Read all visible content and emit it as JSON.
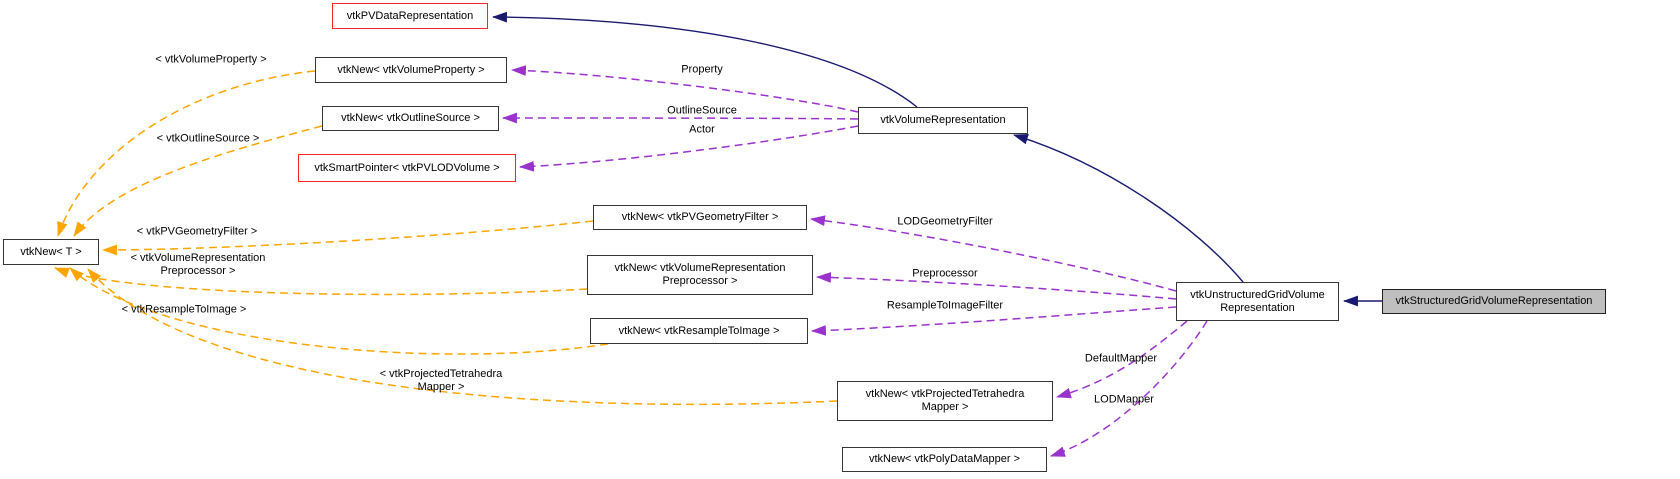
{
  "diagram": {
    "kind": "collaboration-graph",
    "focus_class": "vtkStructuredGridVolumeRepresentation"
  },
  "colors": {
    "inheritance_edge": "#191970",
    "usage_edge": "#9a32cd",
    "template_edge": "#ffa500",
    "node_fill": "#ffffff",
    "node_border": "#353535",
    "truncated_node_border": "#ff2222",
    "focus_node_fill": "#bfbfbf",
    "text": "#000000"
  },
  "nodes": {
    "pv_data_representation": {
      "label": "vtkPVDataRepresentation"
    },
    "new_volume_property": {
      "label": "vtkNew< vtkVolumeProperty >"
    },
    "new_outline_source": {
      "label": "vtkNew< vtkOutlineSource >"
    },
    "smart_pointer_pv_lod_volume": {
      "label": "vtkSmartPointer< vtkPVLODVolume >"
    },
    "new_t": {
      "label": "vtkNew< T >"
    },
    "new_pv_geometry_filter": {
      "label": "vtkNew< vtkPVGeometryFilter >"
    },
    "new_volume_representation_preprocessor": {
      "label": "vtkNew< vtkVolumeRepresentation\nPreprocessor >"
    },
    "new_resample_to_image": {
      "label": "vtkNew< vtkResampleToImage >"
    },
    "new_projected_tetrahedra_mapper": {
      "label": "vtkNew< vtkProjectedTetrahedra\nMapper >"
    },
    "new_poly_data_mapper": {
      "label": "vtkNew< vtkPolyDataMapper >"
    },
    "volume_representation": {
      "label": "vtkVolumeRepresentation"
    },
    "unstructured_grid_volume_representation": {
      "label": "vtkUnstructuredGridVolume\nRepresentation"
    },
    "structured_grid_volume_representation": {
      "label": "vtkStructuredGridVolumeRepresentation"
    }
  },
  "edge_labels": {
    "property": "Property",
    "outline_source": "OutlineSource",
    "actor": "Actor",
    "lod_geometry_filter": "LODGeometryFilter",
    "preprocessor": "Preprocessor",
    "resample_to_image_filter": "ResampleToImageFilter",
    "default_mapper": "DefaultMapper",
    "lod_mapper": "LODMapper",
    "template_volume_property": "< vtkVolumeProperty >",
    "template_outline_source": "< vtkOutlineSource >",
    "template_pv_geometry_filter": "< vtkPVGeometryFilter >",
    "template_volume_representation_preprocessor": "< vtkVolumeRepresentation\nPreprocessor >",
    "template_resample_to_image": "< vtkResampleToImage >",
    "template_projected_tetrahedra_mapper": "< vtkProjectedTetrahedra\nMapper >"
  }
}
